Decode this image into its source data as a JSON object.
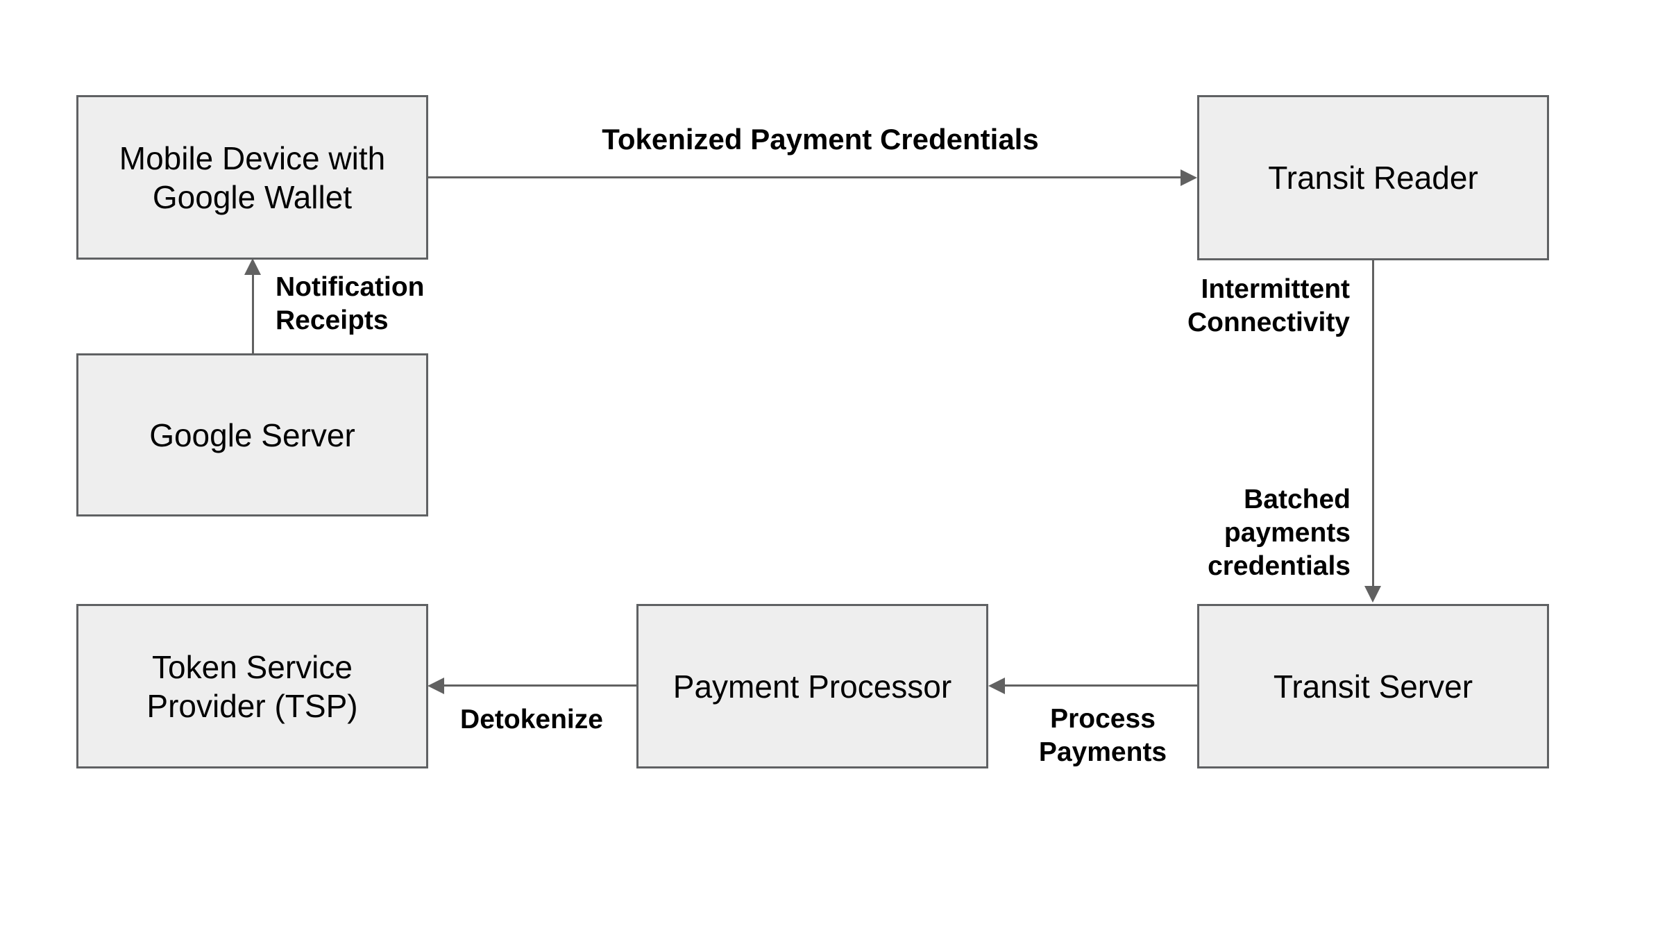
{
  "diagram": {
    "type": "flow-diagram",
    "description": "Google Wallet transit payment tokenization flow",
    "colors": {
      "box_fill": "#eeeeee",
      "box_border": "#5f6163",
      "connector": "#616161",
      "label_color": "#000000",
      "background": "#ffffff"
    },
    "nodes": [
      {
        "id": "mobile-device",
        "label": "Mobile Device with\nGoogle Wallet"
      },
      {
        "id": "transit-reader",
        "label": "Transit Reader"
      },
      {
        "id": "google-server",
        "label": "Google Server"
      },
      {
        "id": "token-service-provider",
        "label": "Token Service\nProvider (TSP)"
      },
      {
        "id": "payment-processor",
        "label": "Payment Processor"
      },
      {
        "id": "transit-server",
        "label": "Transit Server"
      }
    ],
    "edges": [
      {
        "from": "mobile-device",
        "to": "transit-reader",
        "direction": "right",
        "label": "Tokenized Payment Credentials"
      },
      {
        "from": "google-server",
        "to": "mobile-device",
        "direction": "up",
        "label": "Notification\nReceipts"
      },
      {
        "from": "transit-reader",
        "to": "transit-server",
        "direction": "down",
        "labels": [
          "Intermittent\nConnectivity",
          "Batched\npayments\ncredentials"
        ]
      },
      {
        "from": "payment-processor",
        "to": "token-service-provider",
        "direction": "left",
        "label": "Detokenize"
      },
      {
        "from": "transit-server",
        "to": "payment-processor",
        "direction": "left",
        "label": "Process\nPayments"
      }
    ]
  }
}
